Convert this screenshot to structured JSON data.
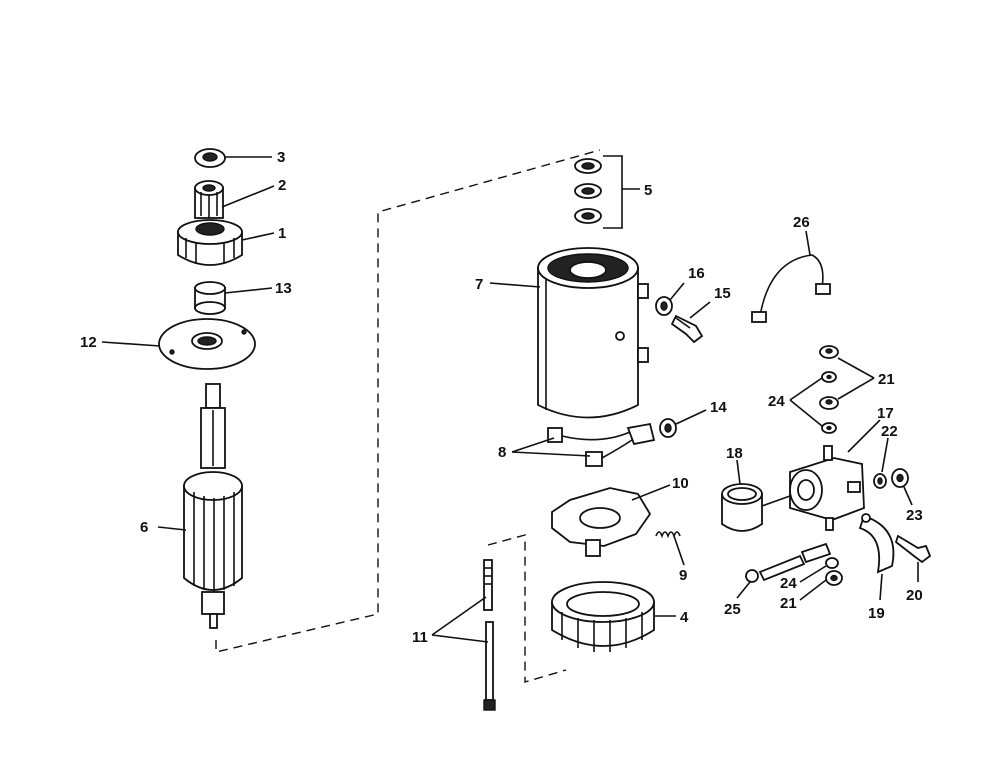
{
  "labels": {
    "l1": "1",
    "l2": "2",
    "l3": "3",
    "l4": "4",
    "l5": "5",
    "l6": "6",
    "l7": "7",
    "l8": "8",
    "l9": "9",
    "l10": "10",
    "l11": "11",
    "l12": "12",
    "l13": "13",
    "l14": "14",
    "l15": "15",
    "l16": "16",
    "l17": "17",
    "l18": "18",
    "l19": "19",
    "l20": "20",
    "l21a": "21",
    "l21b": "21",
    "l22": "22",
    "l23": "23",
    "l24a": "24",
    "l24b": "24",
    "l25": "25",
    "l26": "26"
  }
}
